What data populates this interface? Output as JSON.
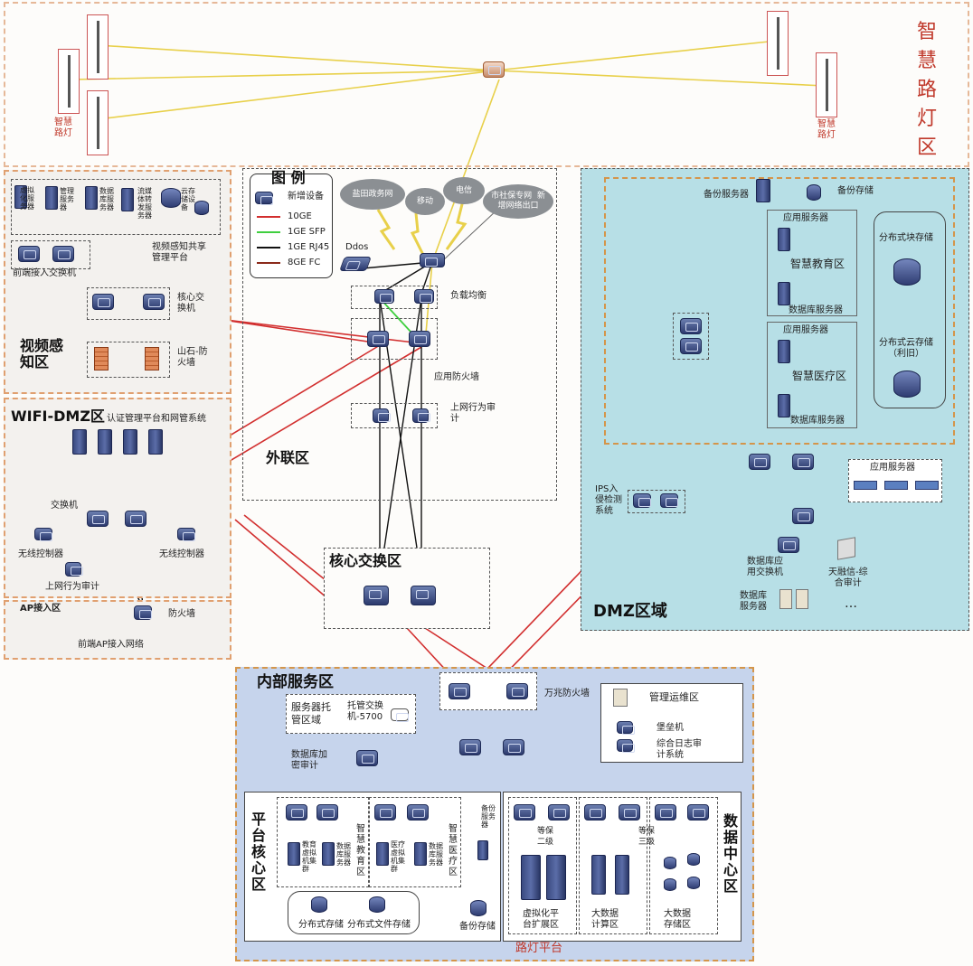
{
  "streetlight": {
    "zone_title": "智慧路灯区",
    "pole_label_left": "智慧\n路灯",
    "pole_label_right": "智慧\n路灯"
  },
  "video_zone": {
    "title": "视频感\n知区",
    "devices": [
      "虚拟\n化服\n务器",
      "管理\n服务\n器",
      "数据\n库服\n务器",
      "流媒\n体转\n发服\n务器",
      "云存\n储设\n备"
    ],
    "platform": "视频感知共享\n管理平台",
    "edge_switch": "前端接入交换机",
    "core_switch": "核心交\n换机",
    "firewall": "山石-防\n火墙"
  },
  "wifi_zone": {
    "title": "WIFI-DMZ区",
    "auth": "认证管理平台和网管系统",
    "switch": "交换机",
    "wlc_left": "无线控制器",
    "wlc_right": "无线控制器",
    "audit": "上网行为审计"
  },
  "ap_zone": {
    "title": "AP接入区",
    "firewall": "防火墙",
    "ap_network": "前端AP接入网络"
  },
  "legend": {
    "title": "图 例",
    "items": [
      {
        "label": "新增设备",
        "color": "#3a4a80",
        "kind": "device"
      },
      {
        "label": "10GE",
        "color": "#d22f2f",
        "kind": "line"
      },
      {
        "label": "1GE SFP",
        "color": "#3fcf3f",
        "kind": "line"
      },
      {
        "label": "1GE RJ45",
        "color": "#111111",
        "kind": "line"
      },
      {
        "label": "8GE FC",
        "color": "#8b2a1a",
        "kind": "line"
      }
    ]
  },
  "external_zone": {
    "title": "外联区",
    "clouds": [
      "盐田政务网",
      "移动",
      "电信",
      "市社保专网  新\n增网络出口"
    ],
    "ddos": "Ddos",
    "load_balance": "负载均衡",
    "app_firewall": "应用防火墙",
    "behavior_audit": "上网行为审\n计"
  },
  "core_zone": {
    "title": "核心交换区"
  },
  "dmz_zone": {
    "title": "DMZ区域",
    "backup_server": "备份服务器",
    "backup_storage": "备份存储",
    "app_server_1": "应用服务器",
    "edu_zone": "智慧教育区",
    "db_server_1": "数据库服务器",
    "app_server_2": "应用服务器",
    "med_zone": "智慧医疗区",
    "db_server_2": "数据库服务器",
    "block_storage": "分布式块存储",
    "cloud_storage": "分布式云存储\n（利旧）",
    "app_servers": "应用服务器",
    "ips": "IPS入\n侵检测\n系统",
    "db_switch": "数据库应\n用交换机",
    "db_servers": "数据库\n服务器",
    "audit": "天融信-综\n合审计",
    "ellipsis": "…"
  },
  "internal_zone": {
    "title": "内部服务区",
    "hosting_area": "服务器托\n管区域",
    "hosting_switch": "托管交换\n机-5700",
    "gbit_firewall": "万兆防火墙",
    "ops_area": "管理运维区",
    "bastion": "堡垒机",
    "log_audit": "综合日志审\n计系统",
    "db_encrypt": "数据库加\n密审计",
    "platform_core": "平\n台\n核\n心\n区",
    "data_center": "数\n据\n中\n心\n区",
    "edu_cluster": "教育\n虚拟\n机集\n群",
    "db_server_a": "数据\n库服\n务器",
    "smart_edu": "智\n慧\n教\n育\n区",
    "med_cluster": "医疗\n虚拟\n机集\n群",
    "db_server_b": "数据\n库服\n务器",
    "smart_med": "智\n慧\n医\n疗\n区",
    "backup_server": "备份\n服务\n器",
    "dist_storage": "分布式存储",
    "dist_file": "分布式文件存储",
    "backup_storage": "备份存储",
    "level2": "等保\n二级",
    "level3": "等保\n三级",
    "virt_ext": "虚拟化平\n台扩展区",
    "bigdata_compute": "大数据\n计算区",
    "bigdata_storage": "大数据\n存储区",
    "streetlight_platform": "路灯平台"
  }
}
